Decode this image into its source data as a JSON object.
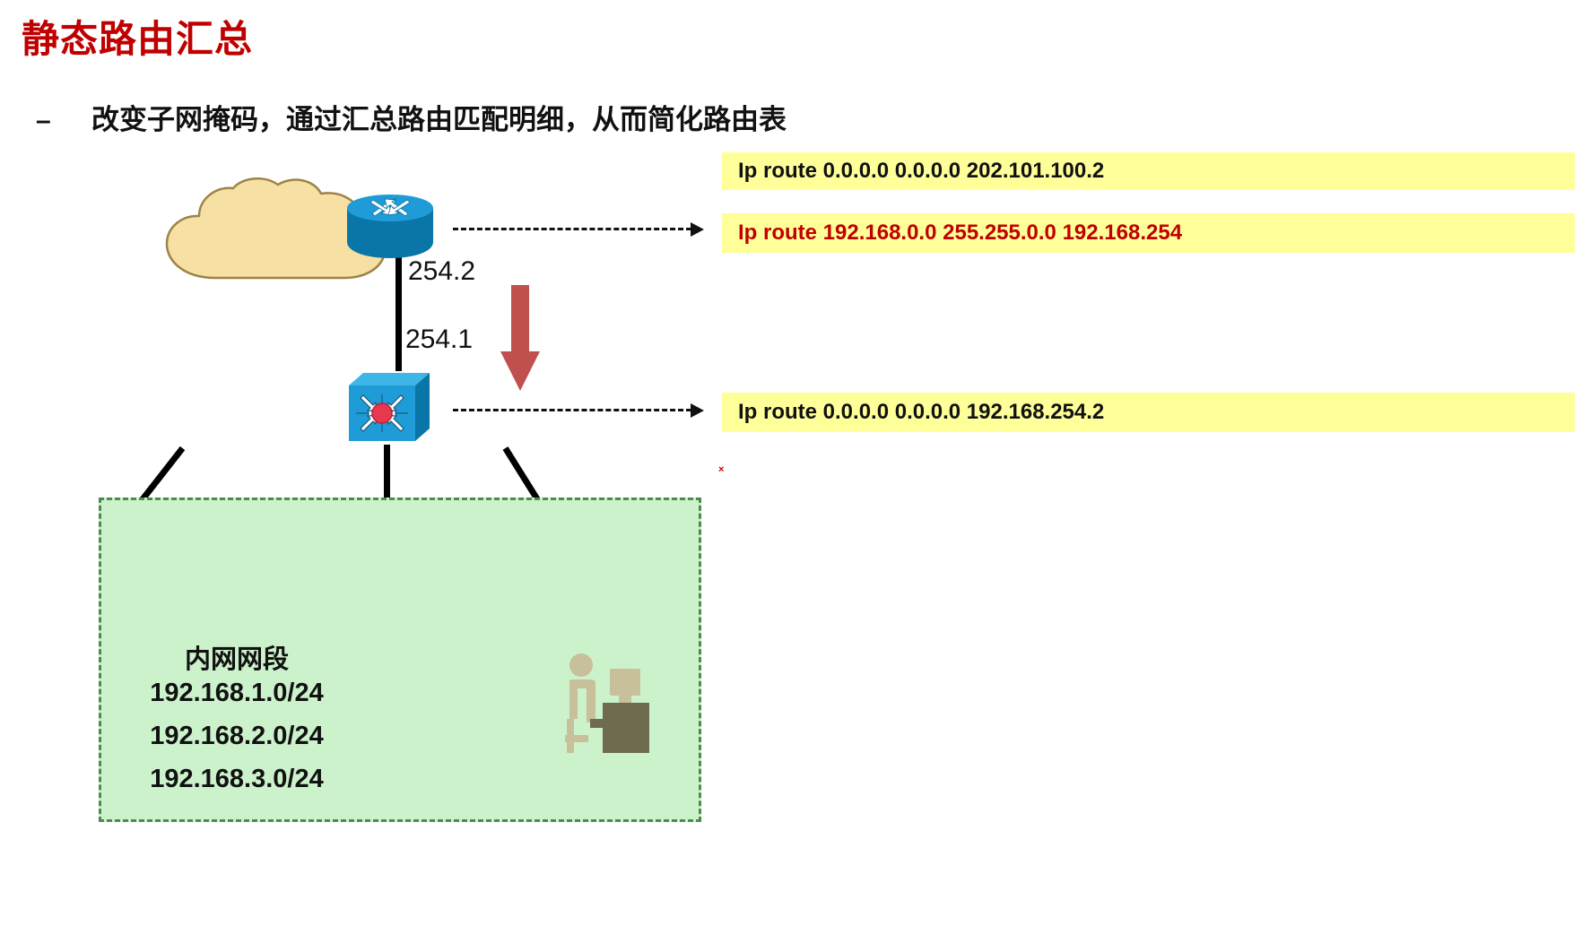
{
  "slide": {
    "title": "静态路由汇总",
    "bullet_dash": "–",
    "bullet_text": "改变子网掩码，通过汇总路由匹配明细，从而简化路由表",
    "tiny_mark": "×"
  },
  "route_boxes": [
    {
      "text": "Ip route 0.0.0.0 0.0.0.0 202.101.100.2",
      "color": "#111111"
    },
    {
      "text": "Ip route 192.168.0.0 255.255.0.0 192.168.254",
      "color": "#C00000"
    },
    {
      "text": "Ip route 0.0.0.0 0.0.0.0 192.168.254.2",
      "color": "#111111"
    }
  ],
  "diagram": {
    "labels": {
      "router_iface": "254.2",
      "switch_iface": "254.1"
    },
    "icons": {
      "cloud": "cloud-icon",
      "router": "router-icon",
      "l3switch": "layer3-switch-icon",
      "switch": "switch-icon",
      "user_pc": "user-workstation-icon",
      "red_arrow": "down-arrow-icon"
    }
  },
  "lan": {
    "title": "内网网段",
    "networks": [
      "192.168.1.0/24",
      "192.168.2.0/24",
      "192.168.3.0/24"
    ]
  },
  "colors": {
    "title_red": "#C00000",
    "highlight_yellow": "#FFFF99",
    "lan_green": "#CCF2CC",
    "lan_border": "#4E8A4E",
    "device_blue": "#1F9CD7",
    "cloud_tan": "#F7E0A3",
    "arrow_red": "#C0504D"
  }
}
